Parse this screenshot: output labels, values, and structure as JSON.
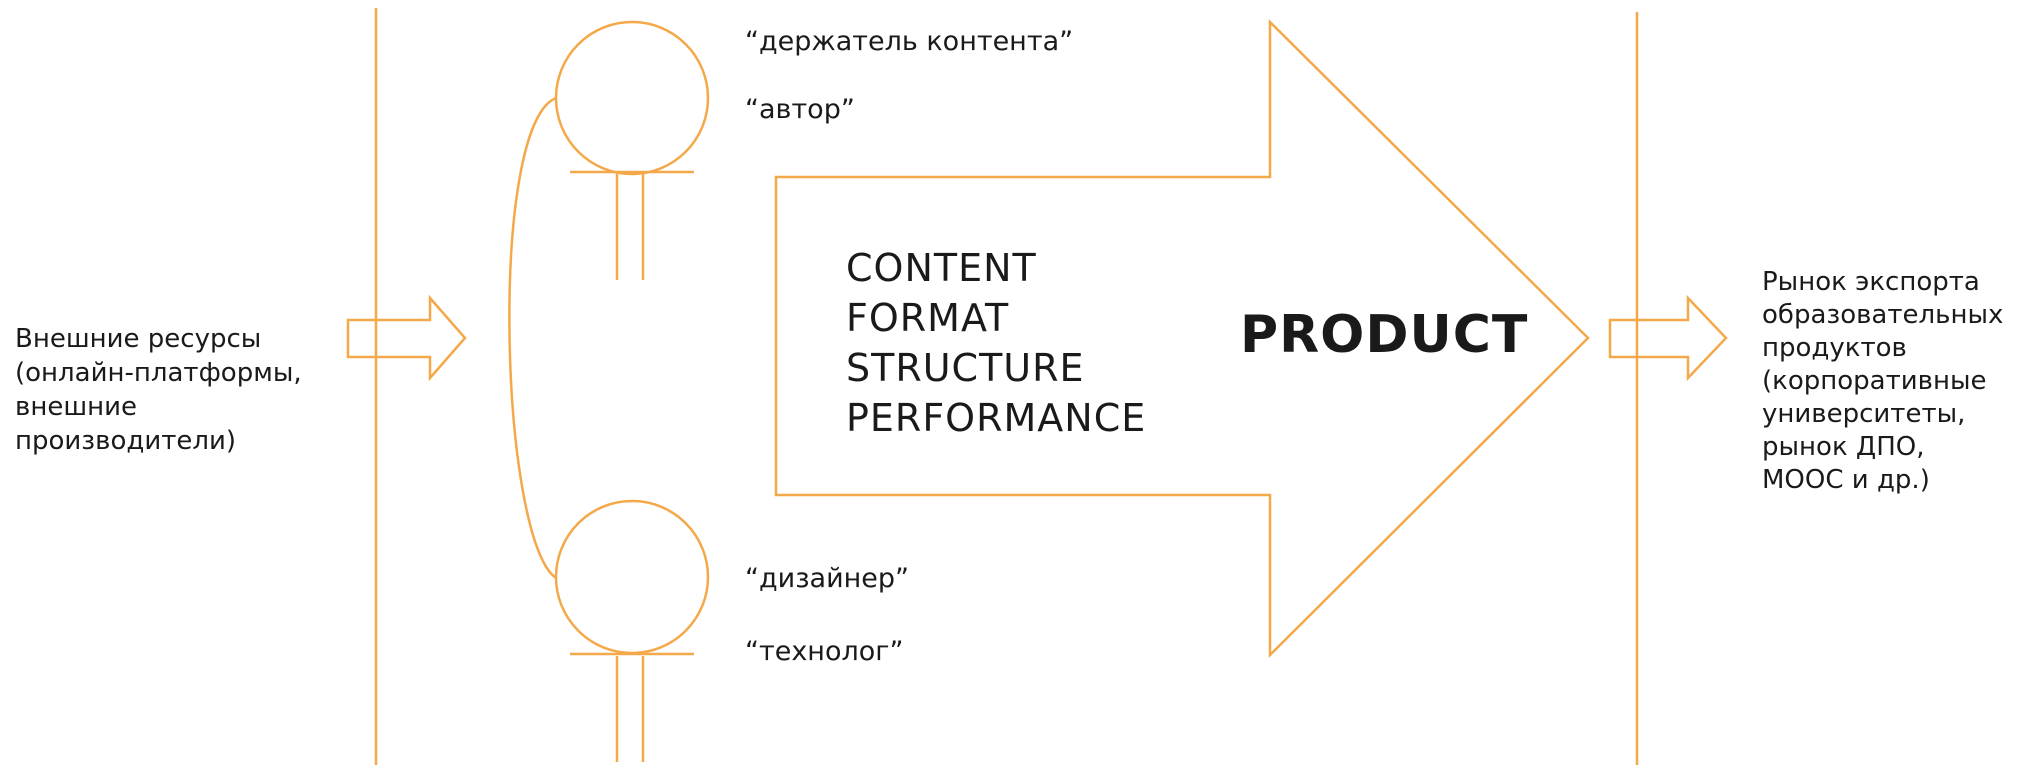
{
  "colors": {
    "accent": "#f5a849",
    "text": "#1a1a1a",
    "background": "#ffffff"
  },
  "left_block": {
    "lines": [
      "Внешние ресурсы",
      "(онлайн-платформы,",
      "внешние",
      "производители)"
    ]
  },
  "right_block": {
    "lines": [
      "Рынок экспорта",
      "образовательных",
      "продуктов",
      "(корпоративные",
      "университеты,",
      "рынок ДПО,",
      "МООС и др.)"
    ]
  },
  "roles": {
    "holder": "“держатель контента”",
    "author": "“автор”",
    "designer": "“дизайнер”",
    "technologist": "“технолог”"
  },
  "attributes": [
    "CONTENT",
    "FORMAT",
    "STRUCTURE",
    "PERFORMANCE"
  ],
  "product_label": "PRODUCT",
  "icons": {
    "figures": [
      "person-figure",
      "person-figure"
    ],
    "arrows": [
      "block-arrow-right",
      "block-arrow-right",
      "big-block-arrow-right"
    ]
  }
}
